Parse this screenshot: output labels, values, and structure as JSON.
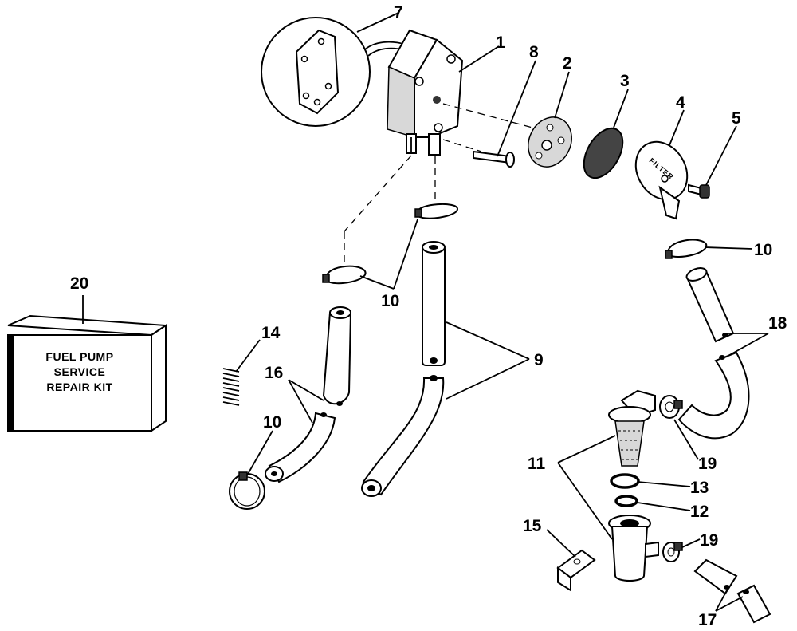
{
  "kit_box": {
    "line1": "FUEL PUMP",
    "line2": "SERVICE",
    "line3": "REPAIR KIT"
  },
  "filter_cover_text": "FILTER",
  "callouts": {
    "c1": "1",
    "c2": "2",
    "c3": "3",
    "c4": "4",
    "c5": "5",
    "c7": "7",
    "c8": "8",
    "c9": "9",
    "c10a": "10",
    "c10b": "10",
    "c10c": "10",
    "c11": "11",
    "c12": "12",
    "c13": "13",
    "c14": "14",
    "c15": "15",
    "c16": "16",
    "c17": "17",
    "c18": "18",
    "c19a": "19",
    "c19b": "19",
    "c20": "20"
  }
}
